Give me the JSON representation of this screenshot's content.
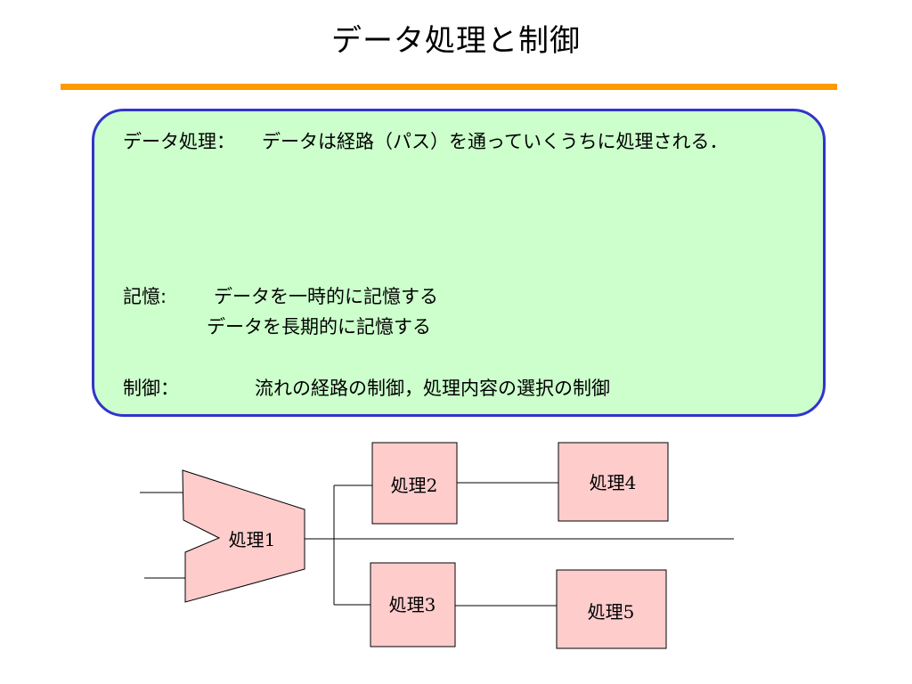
{
  "slide": {
    "title": "データ処理と制御"
  },
  "colors": {
    "title_rule": "#FF9900",
    "info_box_fill": "#CCFFCC",
    "info_box_border": "#3333CC",
    "process_fill": "#FFCCCC",
    "line": "#000000"
  },
  "info_box": {
    "processing": {
      "label": "データ処理：",
      "text": "データは経路（パス）を通っていくうちに処理される．"
    },
    "storage": {
      "label": "記憶:",
      "line1": "データを一時的に記憶する",
      "line2": "データを長期的に記憶する"
    },
    "control": {
      "label": "制御：",
      "text": "流れの経路の制御，処理内容の選択の制御"
    }
  },
  "diagram": {
    "processes": [
      {
        "id": "p1",
        "label": "処理1"
      },
      {
        "id": "p2",
        "label": "処理2"
      },
      {
        "id": "p3",
        "label": "処理3"
      },
      {
        "id": "p4",
        "label": "処理4"
      },
      {
        "id": "p5",
        "label": "処理5"
      }
    ]
  }
}
